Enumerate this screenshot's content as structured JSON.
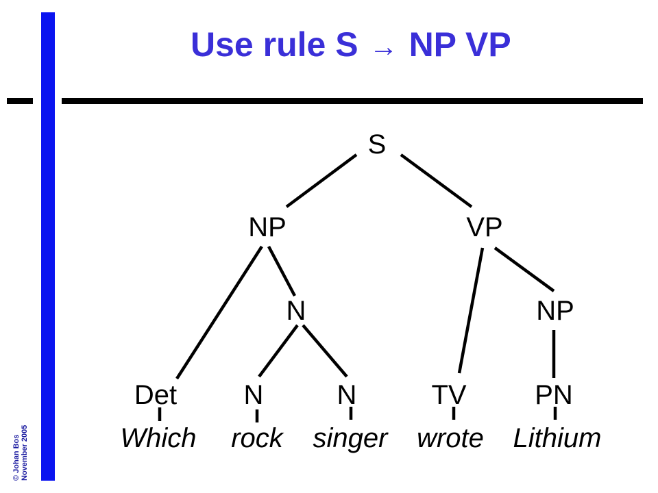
{
  "slide": {
    "title": {
      "prefix": "Use rule S",
      "arrow": "→",
      "suffix": "NP VP"
    },
    "footer": {
      "author": "© Johan Bos",
      "date": "November 2005"
    },
    "colors": {
      "sidebar": "#0a14f0",
      "title": "#3a2fd8"
    }
  },
  "tree": {
    "nodes": {
      "s": "S",
      "np_top": "NP",
      "vp": "VP",
      "n_mid": "N",
      "np_obj": "NP",
      "det": "Det",
      "n_rock": "N",
      "n_singer": "N",
      "tv": "TV",
      "pn": "PN"
    },
    "words": {
      "which": "Which",
      "rock": "rock",
      "singer": "singer",
      "wrote": "wrote",
      "lithium": "Lithium"
    }
  }
}
